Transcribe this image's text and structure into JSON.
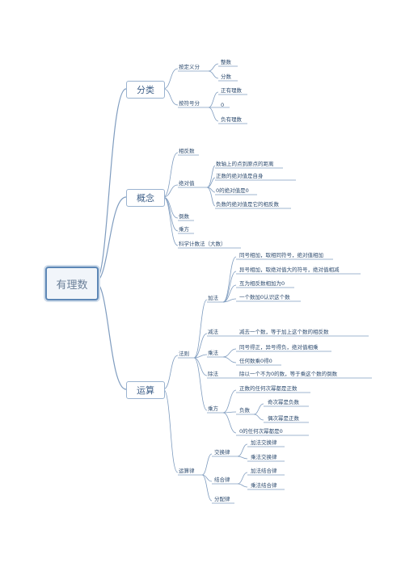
{
  "root": "有理数",
  "classify": {
    "label": "分类",
    "by_definition": {
      "label": "按定义分",
      "items": [
        "整数",
        "分数"
      ]
    },
    "by_sign": {
      "label": "按符号分",
      "items": [
        "正有理数",
        "0",
        "负有理数"
      ]
    }
  },
  "concept": {
    "label": "概念",
    "opposite": "相反数",
    "absolute": {
      "label": "绝对值",
      "items": [
        "数轴上的点到原点的距离",
        "正数的绝对值是自身",
        "0的绝对值是0",
        "负数的绝对值是它的相反数"
      ]
    },
    "reciprocal": "倒数",
    "power": "乘方",
    "sci_notation": "科学计数法（大数）"
  },
  "operations": {
    "label": "运算",
    "rules": {
      "label": "法则",
      "add": {
        "label": "加法",
        "items": [
          "同号相加，取相同符号，绝对值相加",
          "异号相加，取绝对值大的符号，绝对值相减",
          "互为相反数相加为0",
          "一个数加0认识这个数"
        ]
      },
      "subtract": {
        "label": "减法",
        "item": "减去一个数，等于加上这个数的相反数"
      },
      "multiply": {
        "label": "乘法",
        "items": [
          "同号得正，异号得负，绝对值相乘",
          "任何数乘0得0"
        ]
      },
      "divide": {
        "label": "除法",
        "item": "除以一个不为0的数，等于乘这个数的倒数"
      },
      "power": {
        "label": "乘方",
        "positive": "正数的任何次幂都是正数",
        "negative": {
          "label": "负数",
          "odd": "奇次幂是负数",
          "even": "偶次幂是正数"
        },
        "zero": "0的任何次幂都是0"
      }
    },
    "laws": {
      "label": "运算律",
      "commutative": {
        "label": "交换律",
        "items": [
          "加法交换律",
          "乘法交换律"
        ]
      },
      "associative": {
        "label": "结合律",
        "items": [
          "加法结合律",
          "乘法结合律"
        ]
      },
      "distributive": "分配律"
    }
  }
}
